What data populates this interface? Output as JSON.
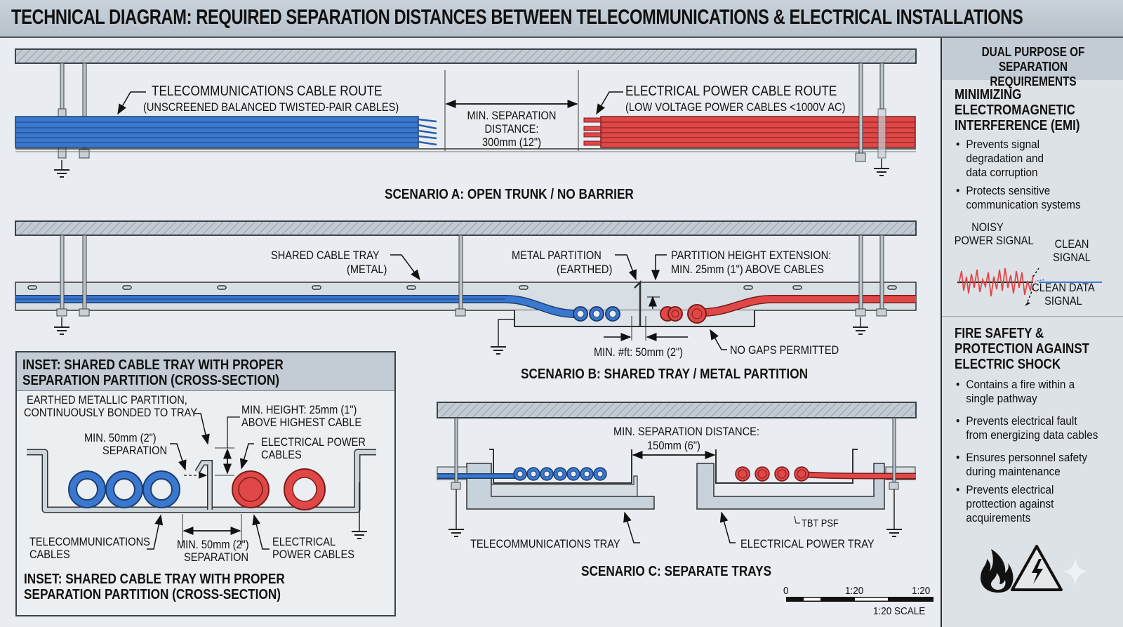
{
  "title": "TECHNICAL DIAGRAM: REQUIRED SEPARATION DISTANCES BETWEEN TELECOMMUNICATIONS & ELECTRICAL INSTALLATIONS",
  "colors": {
    "telecom_blue": "#3a78d0",
    "power_red": "#e04848",
    "background": "#e9edf1",
    "header_gray": "#c3ccd4"
  },
  "scenario_a": {
    "title": "SCENARIO A: OPEN TRUNK / NO BARRIER",
    "telecom_label": "TELECOMMUNICATIONS CABLE ROUTE",
    "telecom_sublabel": "(UNSCREENED BALANCED TWISTED-PAIR CABLES)",
    "power_label": "ELECTRICAL POWER CABLE ROUTE",
    "power_sublabel": "(LOW VOLTAGE POWER CABLES <1000V AC)",
    "separation_line1": "MIN. SEPARATION",
    "separation_line2": "DISTANCE:",
    "separation_line3": "300mm (12\")"
  },
  "scenario_b": {
    "title": "SCENARIO B: SHARED TRAY / METAL PARTITION",
    "tray_label": "SHARED CABLE TRAY",
    "tray_sublabel": "(METAL)",
    "partition_label": "METAL PARTITION",
    "partition_sublabel": "(EARTHED)",
    "extension_label": "PARTITION HEIGHT EXTENSION:",
    "extension_sublabel": "MIN. 25mm (1\") ABOVE CABLES",
    "min_gap_label": "MIN. #ft: 50mm (2\")",
    "no_gaps_label": "NO GAPS PERMITTED"
  },
  "scenario_c": {
    "title": "SCENARIO C: SEPARATE TRAYS",
    "separation_line1": "MIN. SEPARATION DISTANCE:",
    "separation_line2": "150mm (6\")",
    "telecom_tray_label": "TELECOMMUNICATIONS TRAY",
    "power_tray_label": "ELECTRICAL POWER TRAY",
    "misc_label": "TBT PSF"
  },
  "inset": {
    "header_line1": "INSET: SHARED CABLE TRAY WITH PROPER",
    "header_line2": "SEPARATION PARTITION (CROSS-SECTION)",
    "partition_line1": "EARTHED METALLIC PARTITION,",
    "partition_line2": "CONTINUOUSLY BONDED TO TRAY",
    "height_line1": "MIN. HEIGHT: 25mm (1\")",
    "height_line2": "ABOVE HIGHEST CABLE",
    "sep_top_line1": "MIN. 50mm (2\")",
    "sep_top_line2": "SEPARATION",
    "power_top_line1": "ELECTRICAL POWER",
    "power_top_line2": "CABLES",
    "telecom_line1": "TELECOMMUNICATIONS",
    "telecom_line2": "CABLES",
    "sep_bottom_line1": "MIN. 50mm (2\")",
    "sep_bottom_line2": "SEPARATION",
    "power_bottom_line1": "ELECTRICAL",
    "power_bottom_line2": "POWER CABLES",
    "footer_line1": "INSET: SHARED CABLE TRAY WITH PROPER",
    "footer_line2": "SEPARATION PARTITION (CROSS-SECTION)"
  },
  "scale_bar": {
    "tick_0": "0",
    "tick_1": "1:20",
    "tick_2": "1:20",
    "caption": "1:20 SCALE"
  },
  "sidebar": {
    "header_line1": "DUAL PURPOSE OF",
    "header_line2": "SEPARATION REQUIREMENTS",
    "emi": {
      "title_line1": "MINIMIZING",
      "title_line2": "ELECTROMAGNETIC",
      "title_line3": "INTERFERENCE (EMI)",
      "bullets": [
        [
          "Prevents signal",
          "degradation and",
          "data corruption"
        ],
        [
          "Protects sensitive",
          "communication systems"
        ]
      ],
      "noisy_line1": "NOISY",
      "noisy_line2": "POWER SIGNAL",
      "clean_line1": "CLEAN",
      "clean_line2": "SIGNAL",
      "clean_data_line1": "CLEAN DATA",
      "clean_data_line2": "SIGNAL"
    },
    "fire": {
      "title_line1": "FIRE SAFETY &",
      "title_line2": "PROTECTION AGAINST",
      "title_line3": "ELECTRIC SHOCK",
      "bullets": [
        [
          "Contains a fire within a",
          "single pathway"
        ],
        [
          "Prevents electrical fault",
          "from energizing data cables"
        ],
        [
          "Ensures personnel safety",
          "during maintenance"
        ],
        [
          "Prevents electrical",
          "prottection against",
          "acquirements"
        ]
      ],
      "icons": [
        "fire-icon",
        "electric-hazard-icon"
      ]
    }
  }
}
